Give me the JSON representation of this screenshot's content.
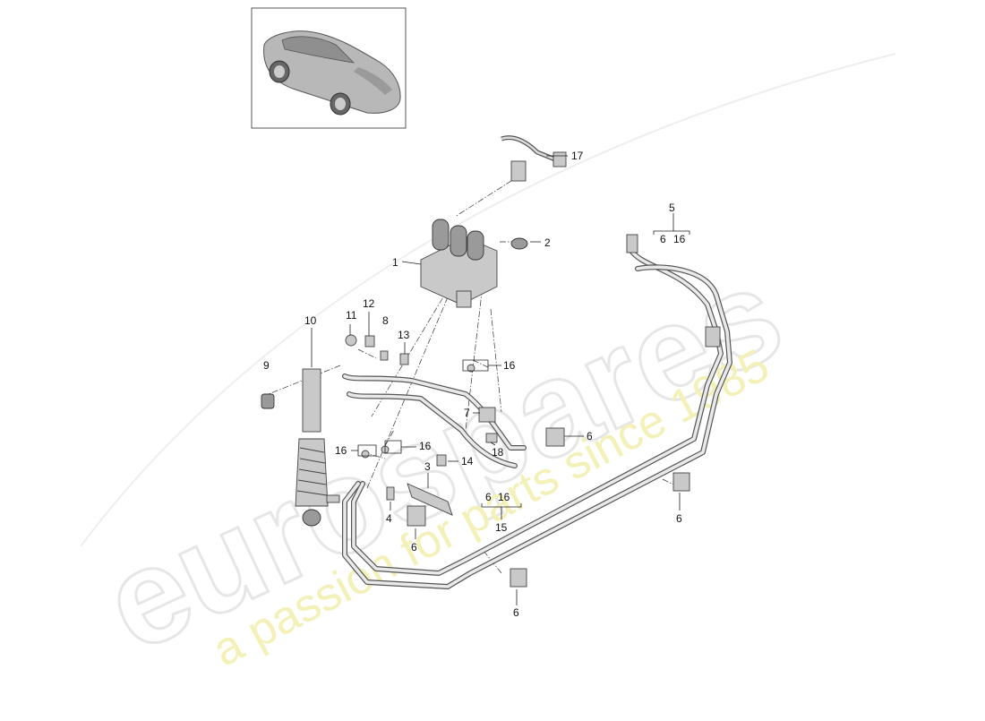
{
  "watermark": {
    "brand": "eurospares",
    "tagline": "a passion for parts since 1985"
  },
  "callouts": {
    "c1": "1",
    "c2": "2",
    "c3": "3",
    "c4": "4",
    "c5": "5",
    "c5a": "6",
    "c5b": "16",
    "c6a": "6",
    "c6b": "6",
    "c6c": "6",
    "c6d": "6",
    "c7": "7",
    "c8": "8",
    "c9": "9",
    "c10": "10",
    "c11": "11",
    "c12": "12",
    "c13": "13",
    "c14": "14",
    "c15": "15",
    "c15a": "6",
    "c15b": "16",
    "c16a": "16",
    "c16b": "16",
    "c16c": "16",
    "c17": "17",
    "c18": "18"
  },
  "colors": {
    "watermark_outline": "#e6e6e6",
    "watermark_tagline": "#f3f0b8",
    "part_fill": "#c9c9c9",
    "line": "#222222"
  }
}
